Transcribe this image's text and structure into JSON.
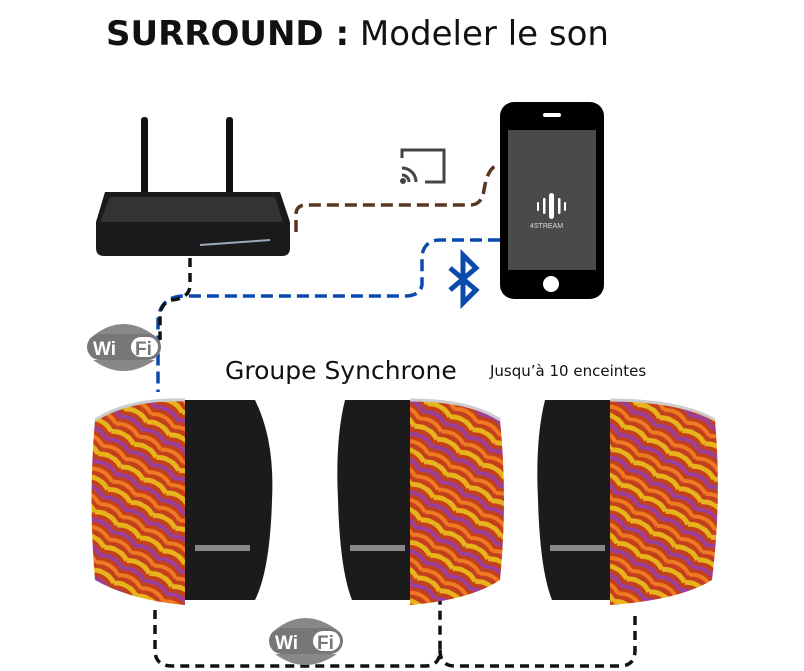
{
  "title": {
    "bold": "SURROUND :",
    "rest": " Modeler le son"
  },
  "group_label": "Groupe Synchrone",
  "capacity_label": "Jusqu’à 10 enceintes",
  "phone_app": "4STREAM",
  "wifi_logo": "WiFi",
  "colors": {
    "cast_line": "#5a3520",
    "bluetooth": "#0a4aad",
    "wifi_line": "#111111",
    "wifi_logo": "#7a7a7a"
  }
}
